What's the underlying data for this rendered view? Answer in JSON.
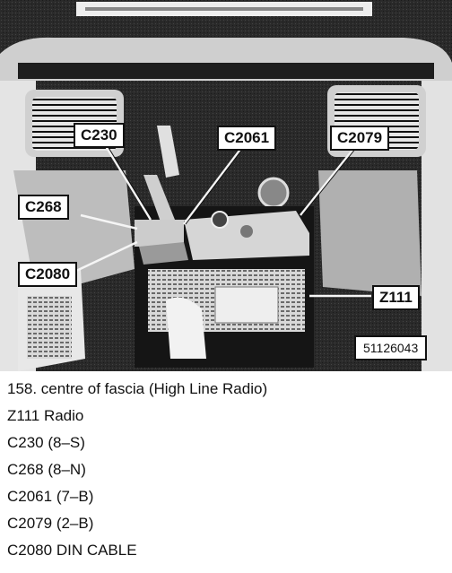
{
  "figure": {
    "callouts": {
      "c230": "C230",
      "c2061": "C2061",
      "c2079": "C2079",
      "c268": "C268",
      "c2080": "C2080",
      "z111": "Z111"
    },
    "figure_number": "51126043"
  },
  "caption": {
    "title": "158. centre of fascia (High Line Radio)",
    "items": [
      "Z111 Radio",
      "C230 (8–S)",
      "C268 (8–N)",
      "C2061 (7–B)",
      "C2079 (2–B)",
      "C2080 DIN CABLE"
    ]
  }
}
